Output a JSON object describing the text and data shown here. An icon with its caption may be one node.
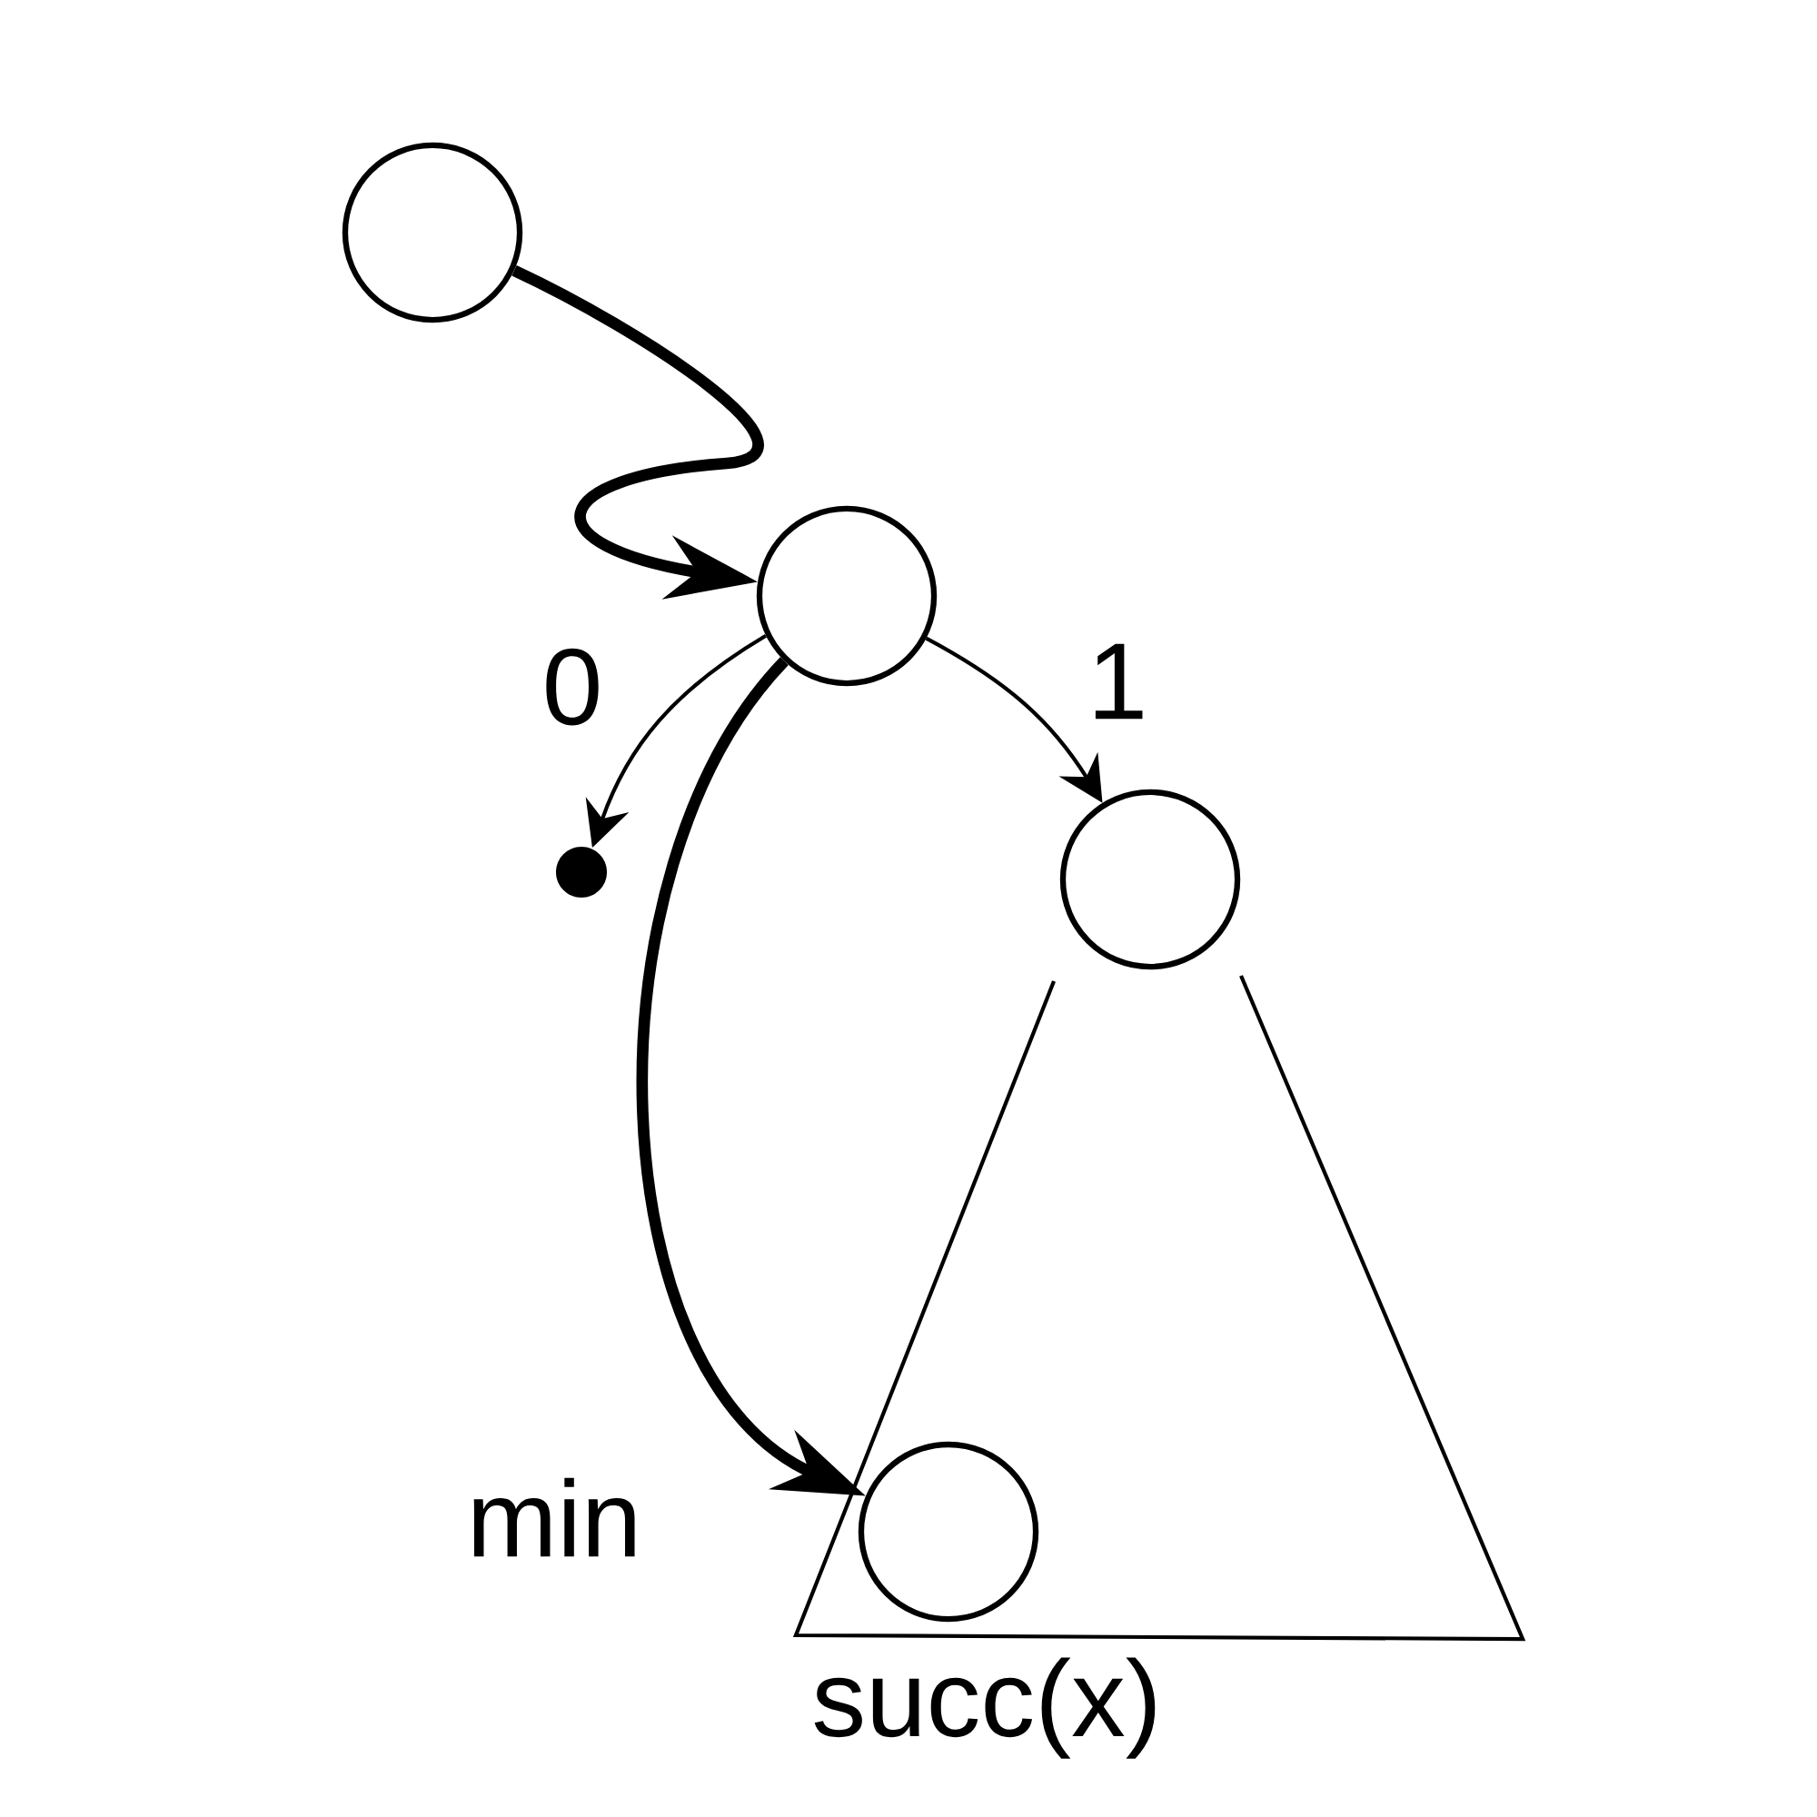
{
  "diagram": {
    "nodes": [
      {
        "text": [],
        "shape": "circle"
      },
      {
        "text": [],
        "shape": "circle"
      },
      {
        "text": [],
        "shape": "dot"
      },
      {
        "text": [],
        "shape": "circle"
      },
      {
        "text": [],
        "shape": "circle",
        "beside": [
          "succ(x)"
        ]
      }
    ],
    "edges": [
      {
        "from": 0,
        "to": 1,
        "arrow": "to",
        "style": "thick"
      },
      {
        "from": 1,
        "to": 2,
        "arrow": "to",
        "label": "0"
      },
      {
        "from": 1,
        "to": 3,
        "arrow": "to",
        "label": "1"
      },
      {
        "from": 1,
        "to": 4,
        "arrow": "to",
        "label": "min",
        "style": "thick"
      }
    ]
  }
}
